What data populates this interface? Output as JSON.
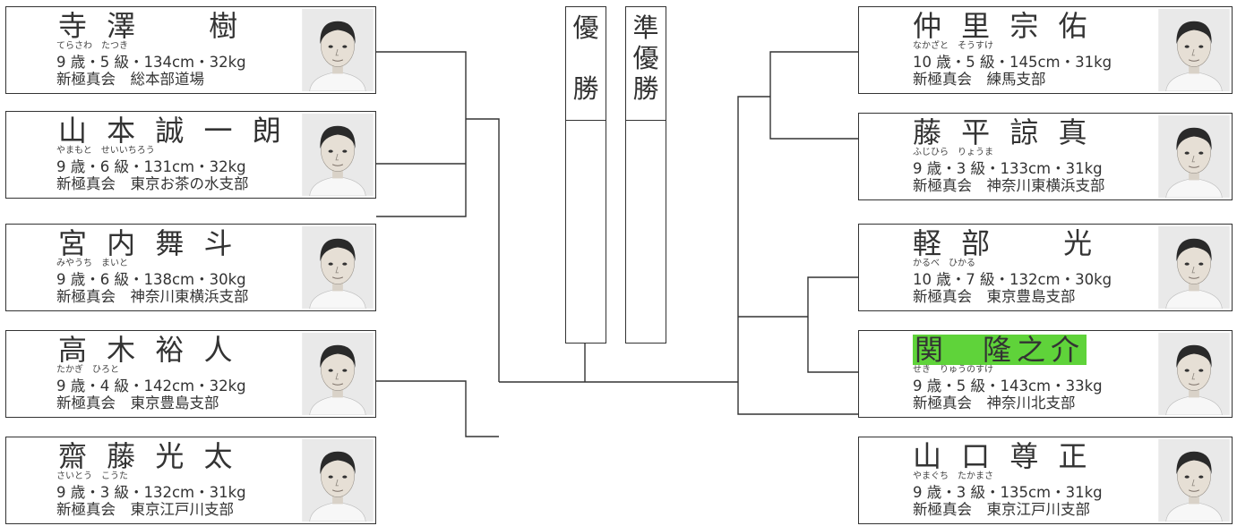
{
  "champion_label": [
    "優",
    "",
    "勝"
  ],
  "runner_up_label": [
    "準",
    "優",
    "勝"
  ],
  "left": [
    {
      "name": "寺 澤　　樹",
      "kana": "てらさわ　たつき",
      "stats": "9 歳・5 級・134cm・32kg",
      "dojo": "新極真会　総本部道場",
      "highlight": false
    },
    {
      "name": "山 本 誠 一 朗",
      "kana": "やまもと　せいいちろう",
      "stats": "9 歳・6 級・131cm・32kg",
      "dojo": "新極真会　東京お茶の水支部",
      "highlight": false
    },
    {
      "name": "宮 内 舞 斗",
      "kana": "みやうち　まいと",
      "stats": "9 歳・6 級・138cm・30kg",
      "dojo": "新極真会　神奈川東横浜支部",
      "highlight": false
    },
    {
      "name": "高 木 裕 人",
      "kana": "たかぎ　ひろと",
      "stats": "9 歳・4 級・142cm・32kg",
      "dojo": "新極真会　東京豊島支部",
      "highlight": false
    },
    {
      "name": "齋 藤 光 太",
      "kana": "さいとう　こうた",
      "stats": "9 歳・3 級・132cm・31kg",
      "dojo": "新極真会　東京江戸川支部",
      "highlight": false
    }
  ],
  "right": [
    {
      "name": "仲 里 宗 佑",
      "kana": "なかざと　そうすけ",
      "stats": "10 歳・5 級・145cm・31kg",
      "dojo": "新極真会　練馬支部",
      "highlight": false
    },
    {
      "name": "藤 平 諒 真",
      "kana": "ふじひら　りょうま",
      "stats": "9 歳・3 級・133cm・31kg",
      "dojo": "新極真会　神奈川東横浜支部",
      "highlight": false
    },
    {
      "name": "軽 部　　光",
      "kana": "かるべ　ひかる",
      "stats": "10 歳・7 級・132cm・30kg",
      "dojo": "新極真会　東京豊島支部",
      "highlight": false
    },
    {
      "name": "関　隆之介",
      "kana": "せき　りゅうのすけ",
      "stats": "9 歳・5 級・143cm・33kg",
      "dojo": "新極真会　神奈川北支部",
      "highlight": true
    },
    {
      "name": "山 口 尊 正",
      "kana": "やまぐち　たかまさ",
      "stats": "9 歳・3 級・135cm・31kg",
      "dojo": "新極真会　東京江戸川支部",
      "highlight": false
    }
  ],
  "colors": {
    "highlight": "#5fd33a",
    "line": "#333333"
  }
}
